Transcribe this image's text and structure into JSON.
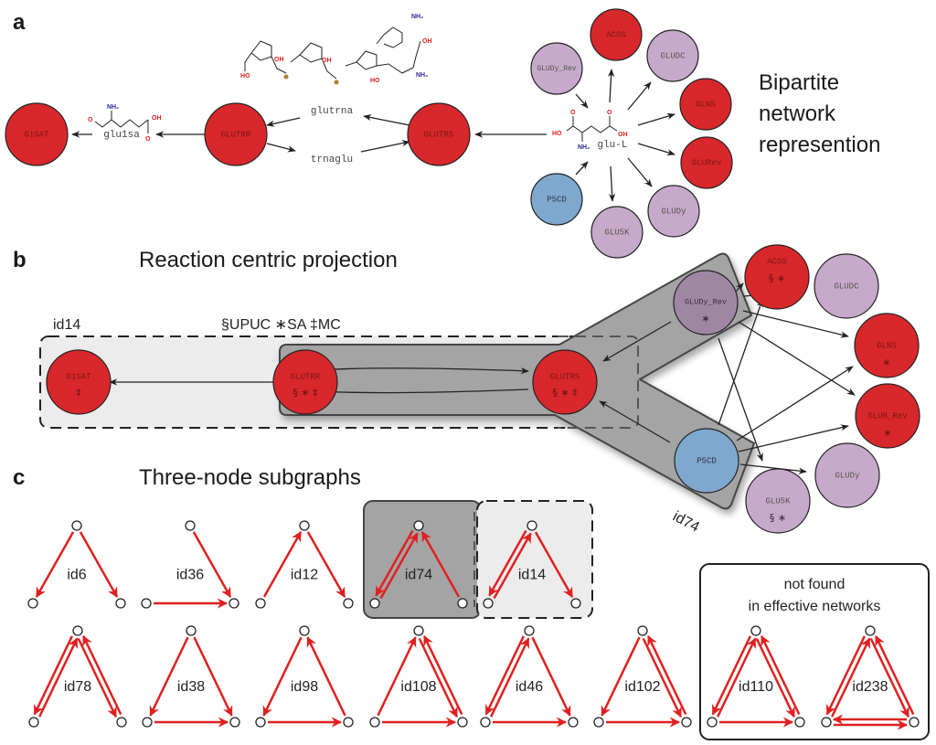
{
  "colors": {
    "red_node": "#d8282c",
    "purple_node": "#c7a9cc",
    "purple_dark_node": "#9f87a4",
    "blue_node": "#7fa8cf",
    "motif_edge": "#e02020",
    "band_dark": "#a4a4a4",
    "band_light": "#ececec"
  },
  "panel_a": {
    "letter": "a",
    "title_lines": [
      "Bipartite",
      "network",
      "represention"
    ],
    "reaction_nodes": [
      {
        "id": "G1SAT",
        "label": "G1SAT",
        "type": "red"
      },
      {
        "id": "GLUTRR",
        "label": "GLUTRR",
        "type": "red"
      },
      {
        "id": "GLUTRS",
        "label": "GLUTRS",
        "type": "red"
      },
      {
        "id": "ACGS",
        "label": "ACGS",
        "type": "red"
      },
      {
        "id": "GLUDC",
        "label": "GLUDC",
        "type": "purple"
      },
      {
        "id": "GLNS",
        "label": "GLNS",
        "type": "red"
      },
      {
        "id": "GLURev",
        "label": "GLURev",
        "type": "red"
      },
      {
        "id": "GLUDy",
        "label": "GLUDy",
        "type": "purple"
      },
      {
        "id": "GLU5K",
        "label": "GLU5K",
        "type": "purple"
      },
      {
        "id": "P5CD",
        "label": "P5CD",
        "type": "blue"
      },
      {
        "id": "GLUDy_Rev",
        "label": "GLUDy_Rev",
        "type": "purple"
      }
    ],
    "metabolites": [
      {
        "id": "glu1sa",
        "label": "glu1sa"
      },
      {
        "id": "glutrna",
        "label": "glutrna"
      },
      {
        "id": "trnaglu",
        "label": "trnaglu"
      },
      {
        "id": "glu-L",
        "label": "glu-L"
      }
    ],
    "chem_atoms": {
      "oh": "OH",
      "ho": "HO",
      "o": "O",
      "nh2": "NH₂"
    }
  },
  "panel_b": {
    "letter": "b",
    "title": "Reaction centric projection",
    "legend": "§UPUC  ∗SA   ‡MC",
    "group_labels": {
      "id14": "id14",
      "id74": "id74"
    },
    "nodes": [
      {
        "id": "G1SAT",
        "label": "G1SAT",
        "symbols": "‡",
        "type": "red"
      },
      {
        "id": "GLUTRR",
        "label": "GLUTRR",
        "symbols": "§ ∗ ‡",
        "type": "red"
      },
      {
        "id": "GLUTRS",
        "label": "GLUTRS",
        "symbols": "§ ∗ ‡",
        "type": "red"
      },
      {
        "id": "GLUDy_Rev",
        "label": "GLUDy_Rev",
        "symbols": "∗",
        "type": "purple_dark"
      },
      {
        "id": "P5CD",
        "label": "P5CD",
        "symbols": "",
        "type": "blue"
      },
      {
        "id": "ACGS",
        "label": "ACGS",
        "symbols": "§ ∗",
        "type": "red"
      },
      {
        "id": "GLUDC",
        "label": "GLUDC",
        "symbols": "",
        "type": "purple"
      },
      {
        "id": "GLNS",
        "label": "GLNS",
        "symbols": "∗",
        "type": "red"
      },
      {
        "id": "GLUR_Rev",
        "label": "GLUR_Rev",
        "symbols": "∗",
        "type": "red"
      },
      {
        "id": "GLUDy",
        "label": "GLUDy",
        "symbols": "",
        "type": "purple"
      },
      {
        "id": "GLU5K",
        "label": "GLU5K",
        "symbols": "§ ∗",
        "type": "purple"
      }
    ]
  },
  "panel_c": {
    "letter": "c",
    "title": "Three-node subgraphs",
    "not_found_line1": "not found",
    "not_found_line2": "in effective networks",
    "motifs": [
      {
        "label": "id6"
      },
      {
        "label": "id36"
      },
      {
        "label": "id12"
      },
      {
        "label": "id74"
      },
      {
        "label": "id14"
      },
      {
        "label": "id78"
      },
      {
        "label": "id38"
      },
      {
        "label": "id98"
      },
      {
        "label": "id108"
      },
      {
        "label": "id46"
      },
      {
        "label": "id102"
      },
      {
        "label": "id110"
      },
      {
        "label": "id238"
      }
    ]
  }
}
